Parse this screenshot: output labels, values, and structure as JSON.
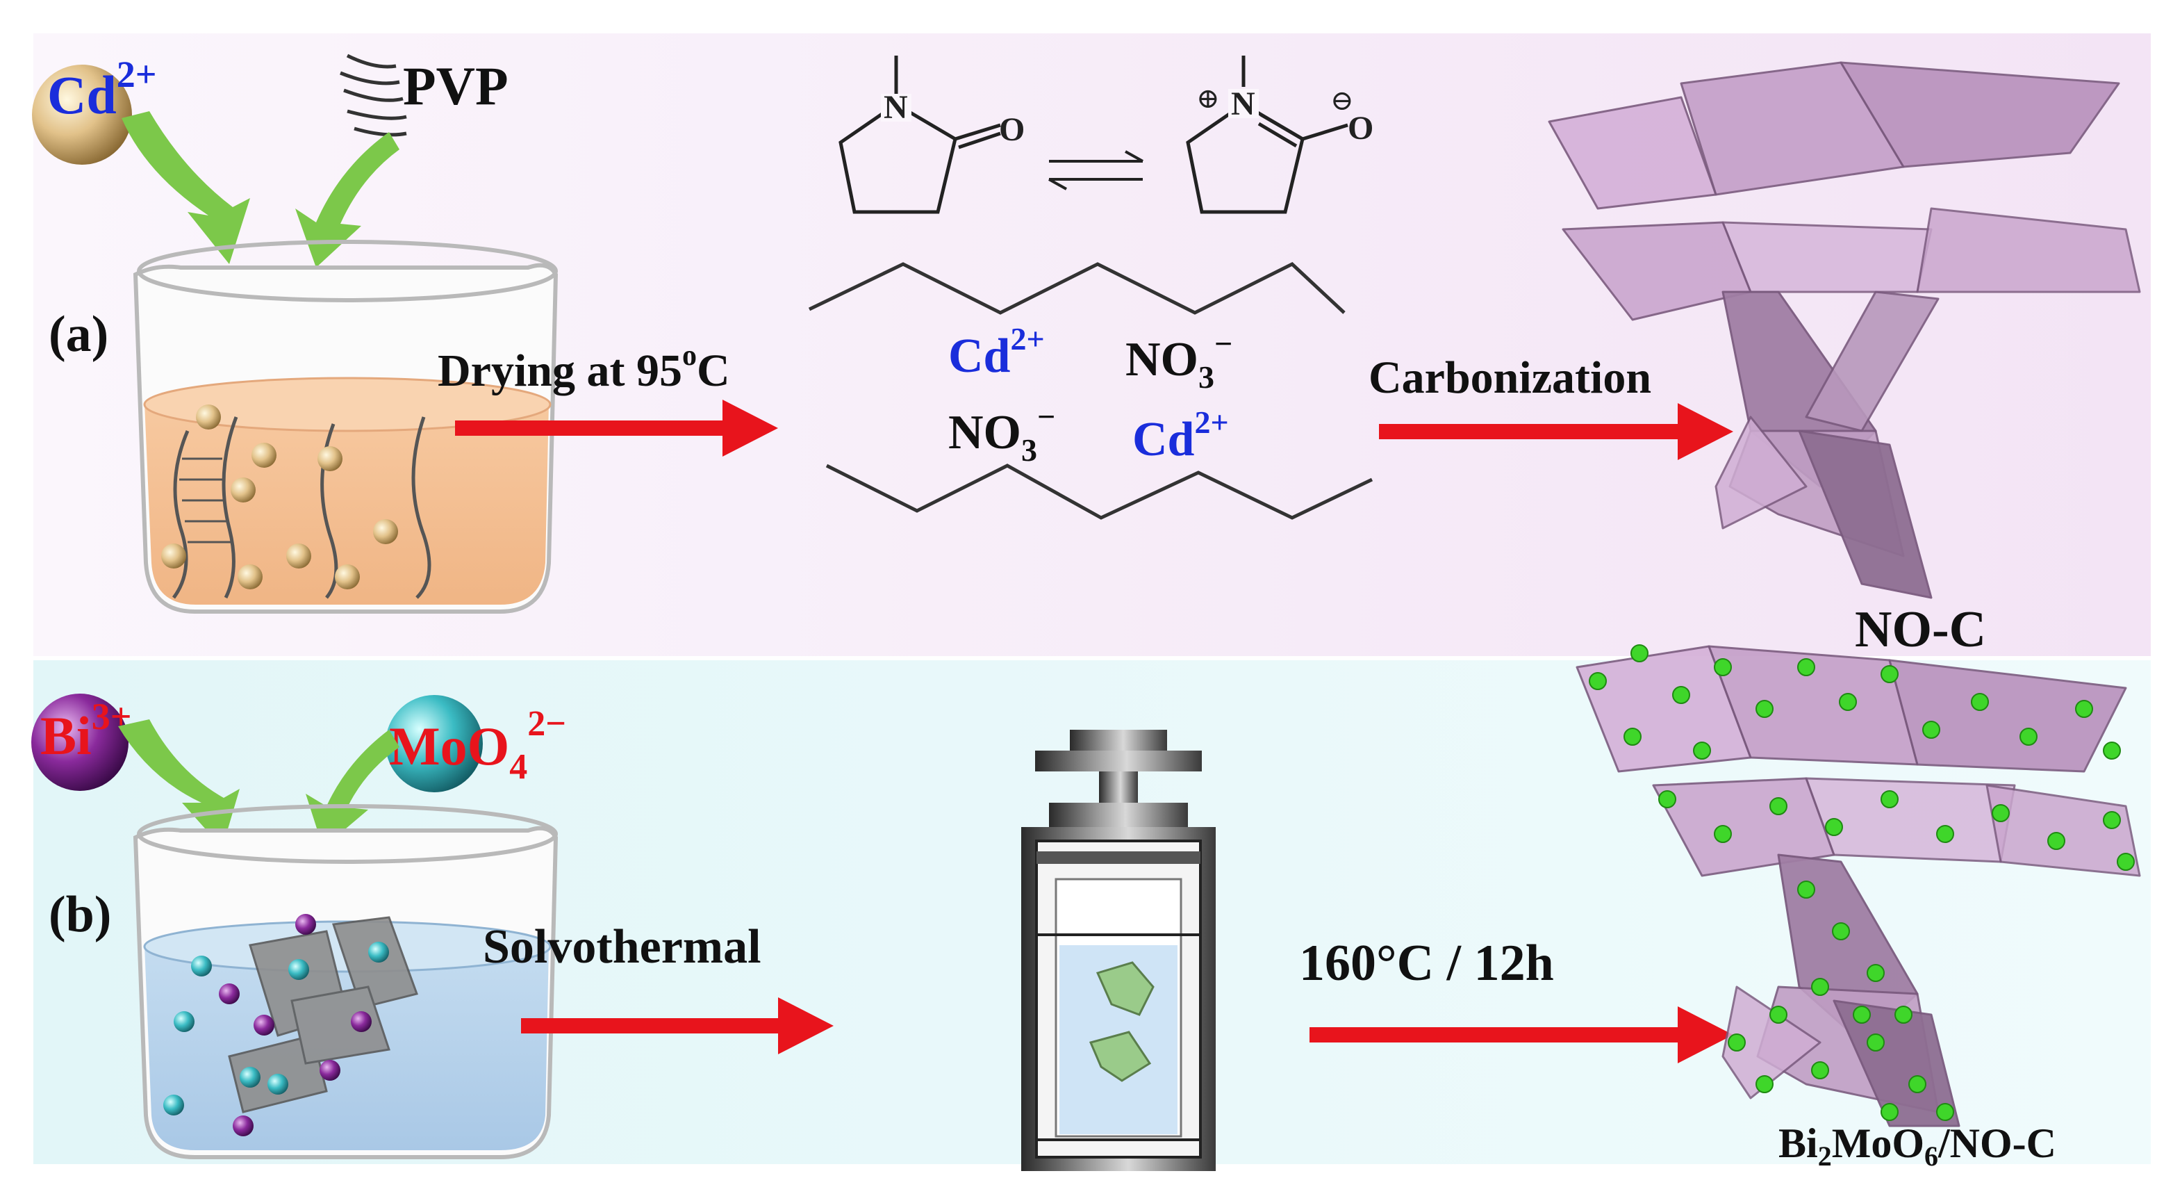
{
  "panel_a": {
    "label": "(a)",
    "cd_ion": "Cd",
    "cd_charge": "2+",
    "pvp": "PVP",
    "drying_text": "Drying at 95",
    "drying_degree": "o",
    "drying_unit": "C",
    "carbonization": "Carbonization",
    "product": "NO-C",
    "chem": {
      "n_atom": "N",
      "o_atom": "O",
      "plus_charge": "⊕",
      "minus_charge": "⊖"
    },
    "ions": {
      "cd_1": "Cd",
      "cd_1_sup": "2+",
      "no3_1": "NO",
      "no3_1_sub": "3",
      "no3_1_sup": "−",
      "no3_2": "NO",
      "no3_2_sub": "3",
      "no3_2_sup": "−",
      "cd_2": "Cd",
      "cd_2_sup": "2+"
    }
  },
  "panel_b": {
    "label": "(b)",
    "bi_ion": "Bi",
    "bi_charge": "3+",
    "moo4": "MoO",
    "moo4_sub": "4",
    "moo4_sup": "2−",
    "solvothermal": "Solvothermal",
    "condition": "160°C / 12h",
    "product_bi": "Bi",
    "product_sub1": "2",
    "product_mo": "MoO",
    "product_sub2": "6",
    "product_rest": "/NO-C"
  },
  "colors": {
    "panel_a_bg": "#f6eefa",
    "panel_b_bg": "#e6f7f9",
    "arrow_red": "#e8141c",
    "arrow_green": "#7cc84a",
    "cd_blue": "#1a2ddb",
    "ion_red": "#e8141c",
    "sheet_pink": "#c39ac6",
    "particle_green": "#3fd62a"
  }
}
